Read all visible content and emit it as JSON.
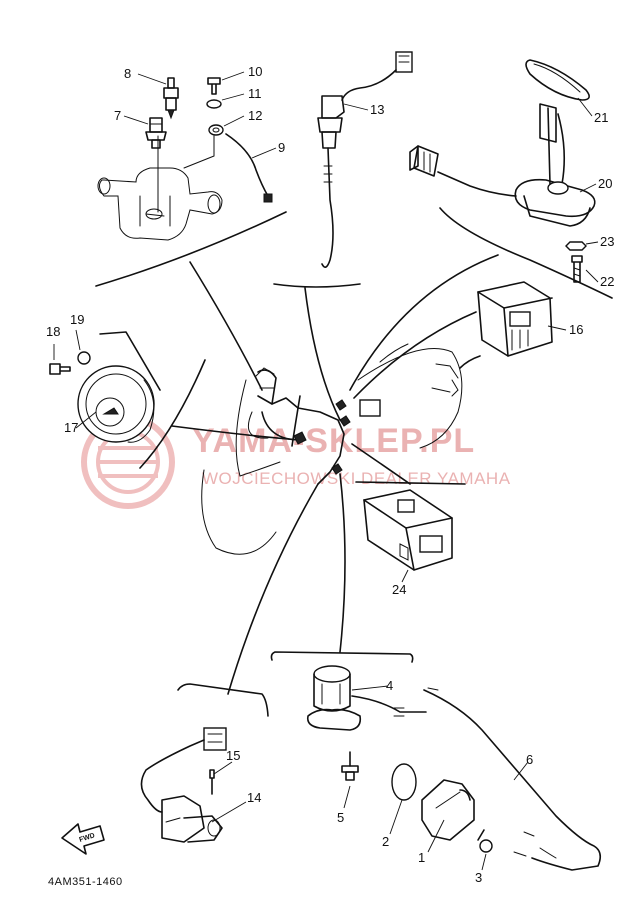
{
  "diagram": {
    "code": "4AM351-1460",
    "watermark": {
      "title": "YAMA-SKLEP.PL",
      "subtitle": "WOJCIECHOWSKI DEALER YAMAHA"
    },
    "fwd_label": "FWD",
    "parts": [
      {
        "id": "1",
        "label": "1"
      },
      {
        "id": "2",
        "label": "2"
      },
      {
        "id": "3",
        "label": "3"
      },
      {
        "id": "4",
        "label": "4"
      },
      {
        "id": "5",
        "label": "5"
      },
      {
        "id": "6",
        "label": "6"
      },
      {
        "id": "7",
        "label": "7"
      },
      {
        "id": "8",
        "label": "8"
      },
      {
        "id": "9",
        "label": "9"
      },
      {
        "id": "10",
        "label": "10"
      },
      {
        "id": "11",
        "label": "11"
      },
      {
        "id": "12",
        "label": "12"
      },
      {
        "id": "13",
        "label": "13"
      },
      {
        "id": "14",
        "label": "14"
      },
      {
        "id": "15",
        "label": "15"
      },
      {
        "id": "16",
        "label": "16"
      },
      {
        "id": "17",
        "label": "17"
      },
      {
        "id": "18",
        "label": "18"
      },
      {
        "id": "19",
        "label": "19"
      },
      {
        "id": "20",
        "label": "20"
      },
      {
        "id": "21",
        "label": "21"
      },
      {
        "id": "22",
        "label": "22"
      },
      {
        "id": "23",
        "label": "23"
      },
      {
        "id": "24",
        "label": "24"
      }
    ]
  }
}
